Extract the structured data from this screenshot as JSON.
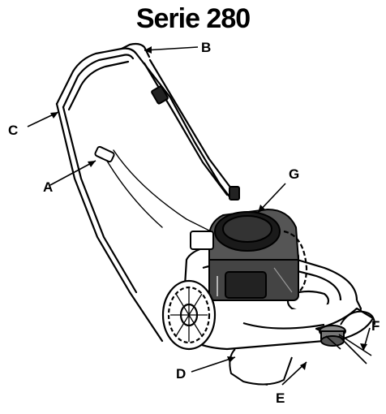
{
  "title": "Serie 280",
  "callouts": {
    "A": "A",
    "B": "B",
    "C": "C",
    "D": "D",
    "E": "E",
    "F": "F",
    "G": "G"
  }
}
